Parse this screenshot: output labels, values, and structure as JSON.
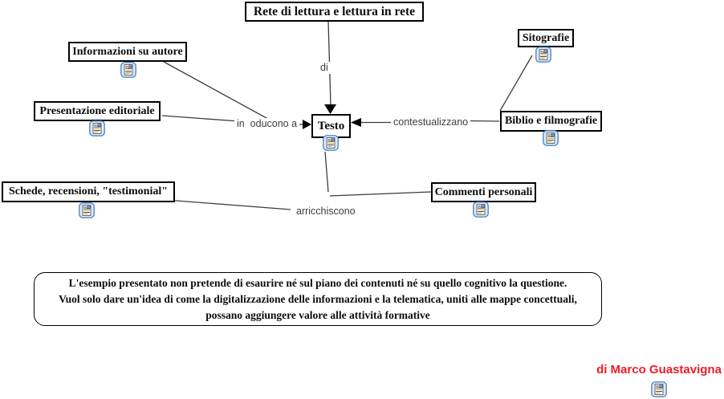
{
  "title": {
    "label": "Rete di lettura e lettura in rete"
  },
  "nodes": {
    "informazioni": {
      "label": "Informazioni su autore"
    },
    "presentazione": {
      "label": "Presentazione editoriale"
    },
    "sitografie": {
      "label": "Sitografie"
    },
    "biblio": {
      "label": "Biblio e filmografie"
    },
    "testo": {
      "label": "Testo"
    },
    "schede": {
      "label": "Schede, recensioni, \"testimonial\""
    },
    "commenti": {
      "label": "Commenti personali"
    }
  },
  "links": {
    "di": "di",
    "introducono": "in  oducono a",
    "contestualizzano": "contestualizzano",
    "arricchiscono": "arricchiscono"
  },
  "note": {
    "line1": "L'esempio presentato non pretende di esaurire né sul piano dei contenuti né su quello cognitivo la questione.",
    "line2": "Vuol solo dare un'idea di come la digitalizzazione delle informazioni e la telematica, uniti alle mappe concettuali,",
    "line3": "possano aggiungere valore alle attività formative"
  },
  "credit": {
    "label": "di Marco Guastavigna"
  },
  "icons": {
    "resource": "resource-icon"
  },
  "colors": {
    "line": "#3c3c3c",
    "border": "#000000",
    "credit_red": "#ed1c24",
    "icon_blue": "#4f86c6"
  }
}
